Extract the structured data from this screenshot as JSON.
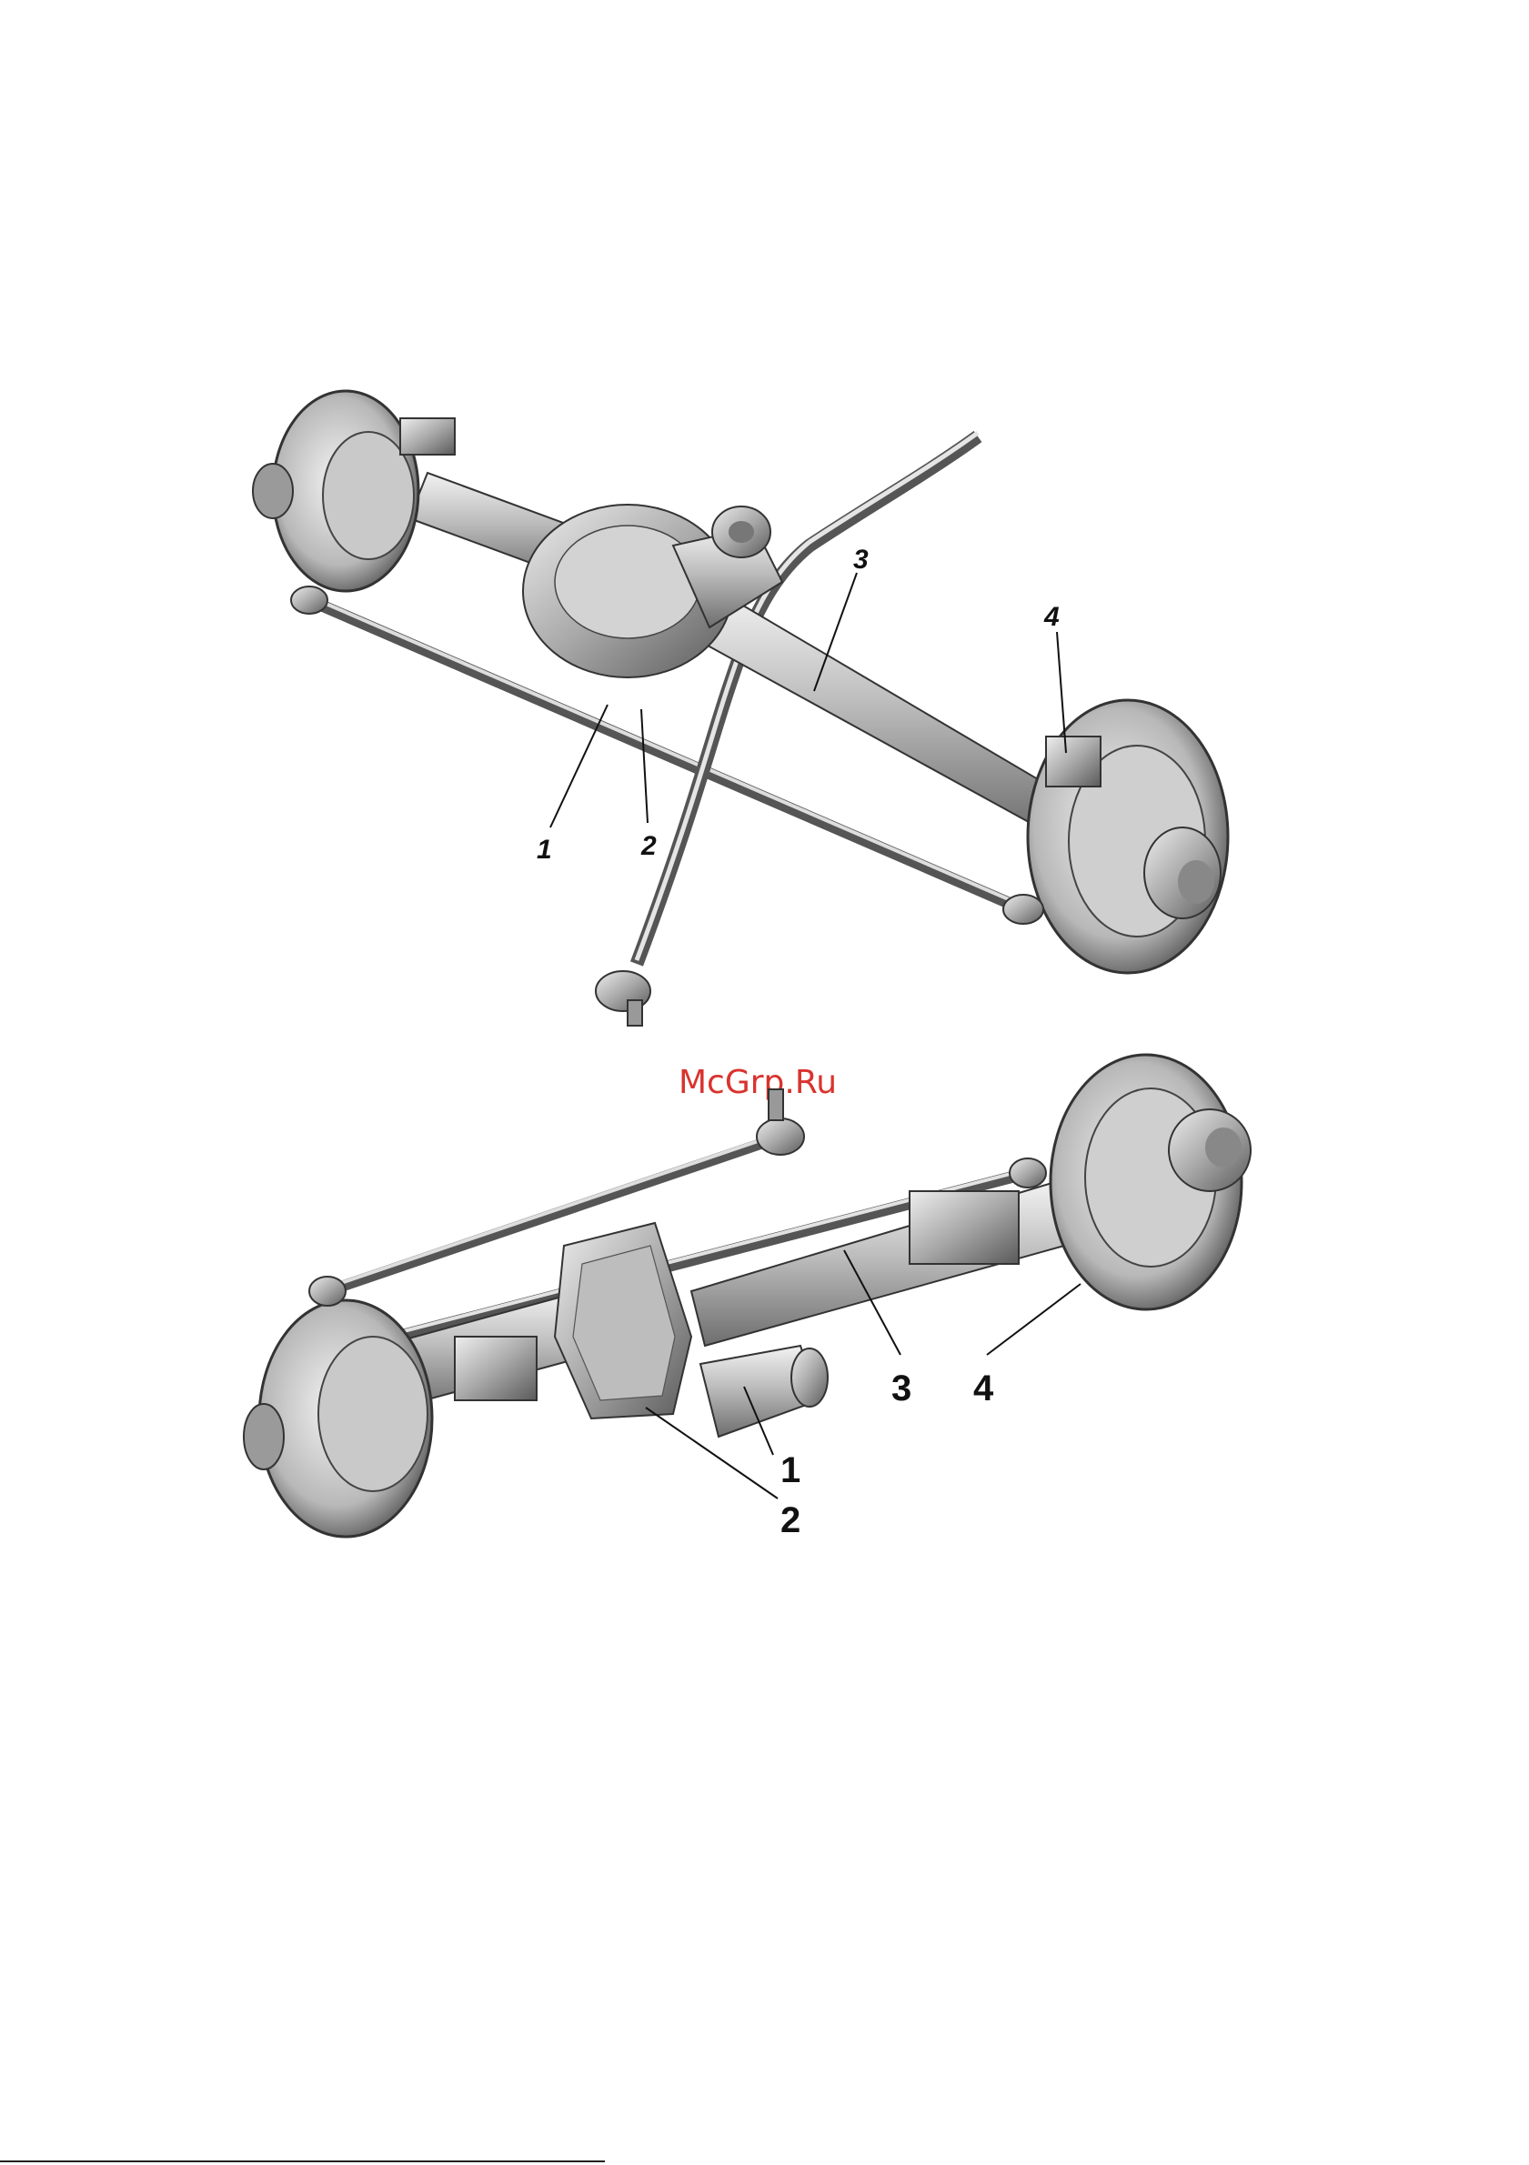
{
  "watermark": {
    "text": "McGrp.Ru",
    "color": "#d9332e"
  },
  "top_figure": {
    "callouts": [
      {
        "id": "1",
        "label": "1"
      },
      {
        "id": "2",
        "label": "2"
      },
      {
        "id": "3",
        "label": "3"
      },
      {
        "id": "4",
        "label": "4"
      }
    ]
  },
  "bottom_figure": {
    "callouts": [
      {
        "id": "1",
        "label": "1"
      },
      {
        "id": "2",
        "label": "2"
      },
      {
        "id": "3",
        "label": "3"
      },
      {
        "id": "4",
        "label": "4"
      }
    ]
  }
}
